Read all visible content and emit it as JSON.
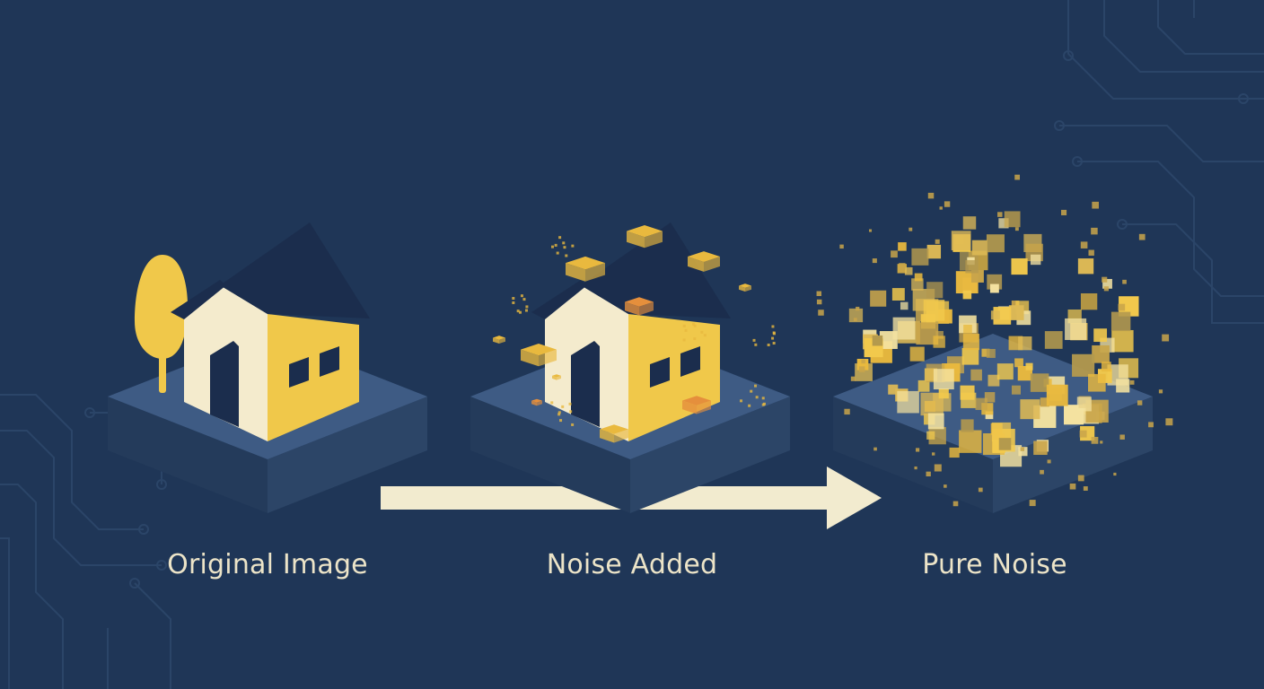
{
  "colors": {
    "background": "#1f3657",
    "circuit": "#2b4568",
    "platform_top": "#3e5b84",
    "platform_side": "#2c4567",
    "platform_front": "#243b5b",
    "roof": "#1b2d4d",
    "wall_front": "#f4ebcd",
    "wall_side": "#f0c84a",
    "tree": "#f0c84a",
    "noise_gold": "#e9b93e",
    "noise_orange": "#e58f3c",
    "arrow": "#f2ebcf",
    "label": "#ece4c8"
  },
  "stages": [
    {
      "label": "Original Image",
      "noise_level": 0
    },
    {
      "label": "Noise Added",
      "noise_level": 0.35
    },
    {
      "label": "Pure Noise",
      "noise_level": 1
    }
  ]
}
